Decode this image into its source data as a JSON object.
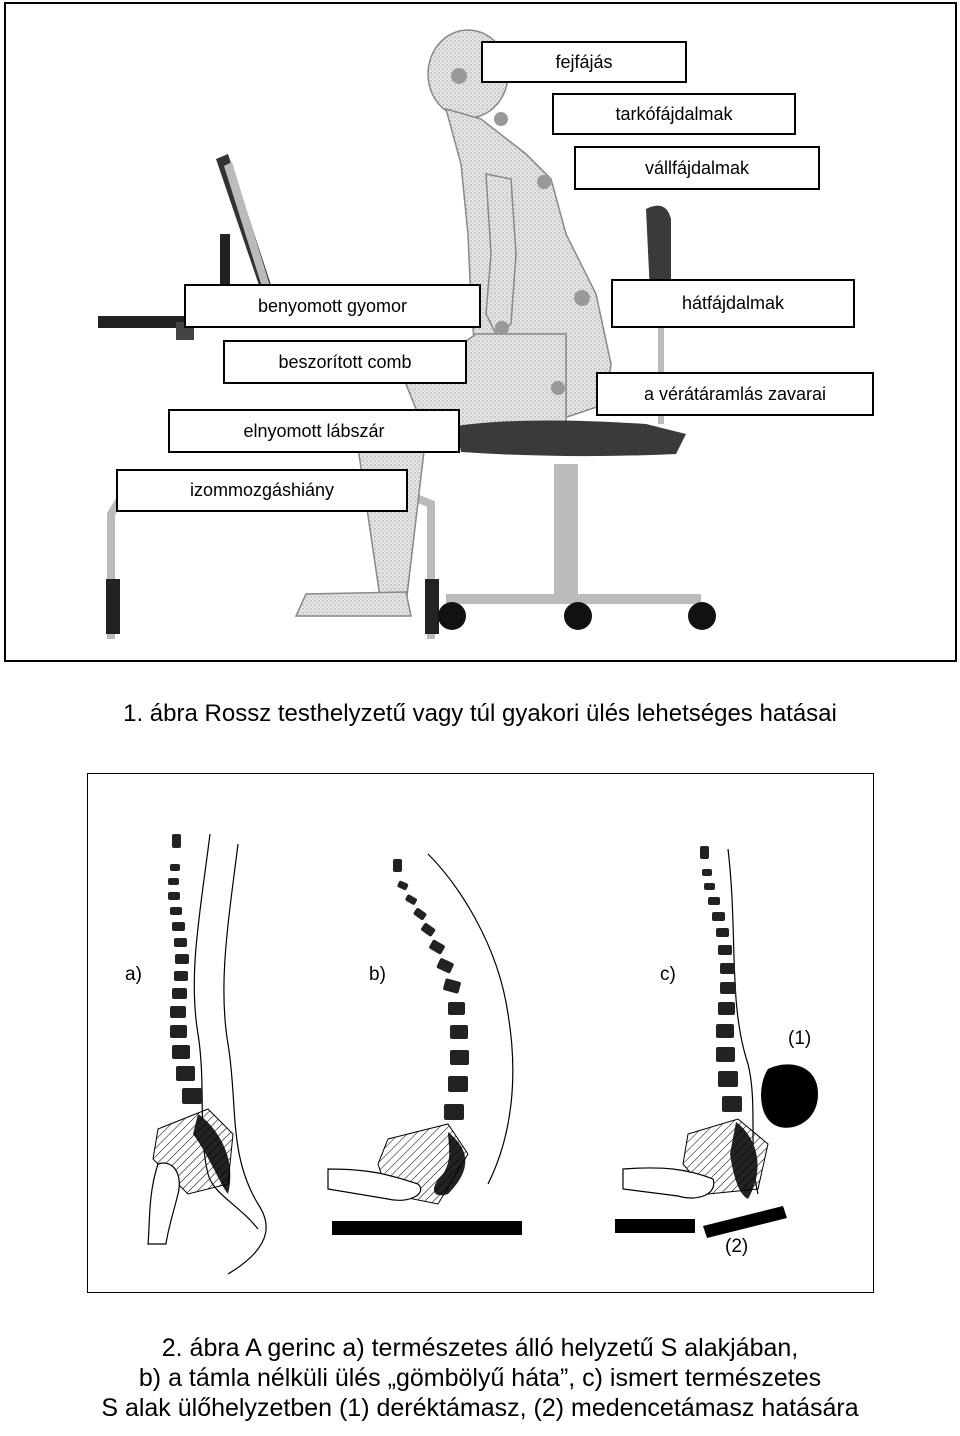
{
  "figure1": {
    "labels": {
      "fejfajas": "fejfájás",
      "tarkofajdalmak": "tarkófájdalmak",
      "vallfajdalmak": "vállfájdalmak",
      "benyomott_gyomor": "benyomott gyomor",
      "hatfajdalmak": "hátfájdalmak",
      "beszoritott_comb": "beszorított comb",
      "veraramlas": "a vérátáramlás zavarai",
      "elnyomott_labszar": "elnyomott lábszár",
      "izommozgashiany": "izommozgáshiány"
    },
    "caption": "1. ábra Rossz testhelyzetű vagy túl gyakori ülés lehetséges hatásai"
  },
  "figure2": {
    "labels": {
      "a": "a)",
      "b": "b)",
      "c": "c)",
      "one": "(1)",
      "two": "(2)"
    },
    "caption": {
      "line1": "2. ábra A gerinc a) természetes álló helyzetű S alakjában,",
      "line2": "b) a támla nélküli ülés „gömbölyű háta”, c) ismert természetes",
      "line3": "S alak ülőhelyzetben (1) deréktámasz, (2) medencetámasz hatására"
    }
  },
  "colors": {
    "ink": "#000000",
    "figure_fill": "#dcdcdc",
    "dark_fill": "#3a3a3a"
  }
}
